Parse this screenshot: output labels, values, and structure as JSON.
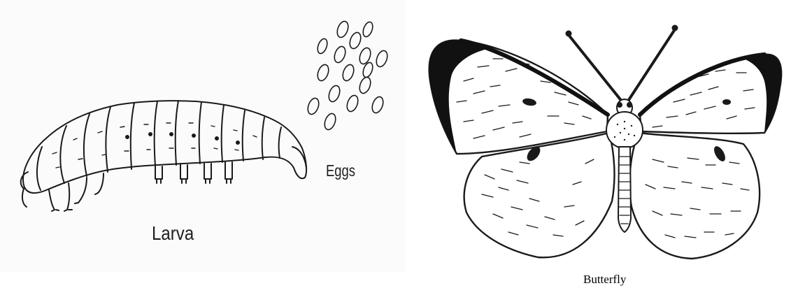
{
  "labels": {
    "larva": "Larva",
    "eggs": "Eggs",
    "butterfly": "Butterfly"
  },
  "colors": {
    "ink": "#1a1a1a",
    "wing_dark": "#111111",
    "paper": "#ffffff"
  }
}
